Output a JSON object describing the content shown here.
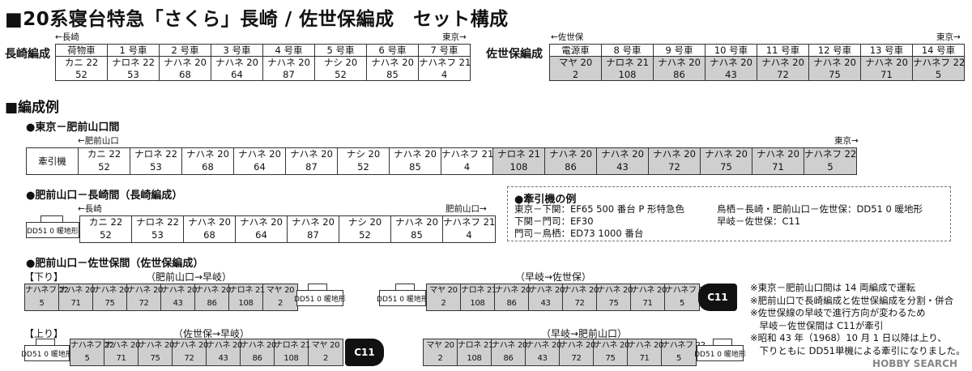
{
  "title": "■20系寝台特急「さくら」長崎 / 佐世保編成　セット構成",
  "nagasaki": {
    "label": "長崎編成",
    "left_dir": "←長崎",
    "right_dir": "東京→",
    "cars": [
      {
        "h": "荷物車",
        "n": "カニ 22",
        "no": "52"
      },
      {
        "h": "1 号車",
        "n": "ナロネ 22",
        "no": "53"
      },
      {
        "h": "2 号車",
        "n": "ナハネ 20",
        "no": "68"
      },
      {
        "h": "3 号車",
        "n": "ナハネ 20",
        "no": "64"
      },
      {
        "h": "4 号車",
        "n": "ナハネ 20",
        "no": "87"
      },
      {
        "h": "5 号車",
        "n": "ナシ 20",
        "no": "52"
      },
      {
        "h": "6 号車",
        "n": "ナハネ 20",
        "no": "85"
      },
      {
        "h": "7 号車",
        "n": "ナハネフ 21",
        "no": "4"
      }
    ]
  },
  "sasebo": {
    "label": "佐世保編成",
    "left_dir": "←佐世保",
    "right_dir": "東京→",
    "cars": [
      {
        "h": "電源車",
        "n": "マヤ 20",
        "no": "2"
      },
      {
        "h": "8 号車",
        "n": "ナロネ 21",
        "no": "108"
      },
      {
        "h": "9 号車",
        "n": "ナハネ 20",
        "no": "86"
      },
      {
        "h": "10 号車",
        "n": "ナハネ 20",
        "no": "43"
      },
      {
        "h": "11 号車",
        "n": "ナハネ 20",
        "no": "72"
      },
      {
        "h": "12 号車",
        "n": "ナハネ 20",
        "no": "75"
      },
      {
        "h": "13 号車",
        "n": "ナハネ 20",
        "no": "71"
      },
      {
        "h": "14 号車",
        "n": "ナハネフ 22",
        "no": "5"
      }
    ]
  },
  "section2": "■編成例",
  "ex1": {
    "title": "●東京－肥前山口間",
    "left_dir": "←肥前山口",
    "right_dir": "東京→",
    "loco": "牽引機",
    "white": [
      {
        "n": "カニ 22",
        "no": "52"
      },
      {
        "n": "ナロネ 22",
        "no": "53"
      },
      {
        "n": "ナハネ 20",
        "no": "68"
      },
      {
        "n": "ナハネ 20",
        "no": "64"
      },
      {
        "n": "ナハネ 20",
        "no": "87"
      },
      {
        "n": "ナシ 20",
        "no": "52"
      },
      {
        "n": "ナハネ 20",
        "no": "85"
      },
      {
        "n": "ナハネフ 21",
        "no": "4"
      }
    ],
    "gray": [
      {
        "n": "ナロネ 21",
        "no": "108"
      },
      {
        "n": "ナハネ 20",
        "no": "86"
      },
      {
        "n": "ナハネ 20",
        "no": "43"
      },
      {
        "n": "ナハネ 20",
        "no": "72"
      },
      {
        "n": "ナハネ 20",
        "no": "75"
      },
      {
        "n": "ナハネ 20",
        "no": "71"
      },
      {
        "n": "ナハネフ 22",
        "no": "5"
      }
    ]
  },
  "ex2": {
    "title": "●肥前山口－長崎間（長崎編成）",
    "left_dir": "←長崎",
    "right_dir": "肥前山口→",
    "loco": "DD51 0 暖地形"
  },
  "locos": {
    "title": "●牽引機の例",
    "l1": "東京－下関：EF65 500 番台 P 形特急色",
    "l2": "下関－門司：EF30",
    "l3": "門司－鳥栖：ED73 1000 番台",
    "r1": "鳥栖－長崎・肥前山口－佐世保：DD51 0 暖地形",
    "r2": "早岐－佐世保：C11"
  },
  "ex3": {
    "title": "●肥前山口－佐世保間（佐世保編成）",
    "down": "【下り】",
    "up": "【上り】",
    "down_left_route": "（肥前山口→早岐）",
    "down_right_route": "（早岐→佐世保）",
    "up_left_route": "（佐世保→早岐）",
    "up_right_route": "（早岐→肥前山口）",
    "dd51": "DD51 0 暖地形",
    "c11": "C11",
    "set_a": [
      {
        "n": "ナハネフ 22",
        "no": "5"
      },
      {
        "n": "ナハネ 20",
        "no": "71"
      },
      {
        "n": "ナハネ 20",
        "no": "75"
      },
      {
        "n": "ナハネ 20",
        "no": "72"
      },
      {
        "n": "ナハネ 20",
        "no": "43"
      },
      {
        "n": "ナハネ 20",
        "no": "86"
      },
      {
        "n": "ナロネ 21",
        "no": "108"
      },
      {
        "n": "マヤ 20",
        "no": "2"
      }
    ],
    "set_b": [
      {
        "n": "マヤ 20",
        "no": "2"
      },
      {
        "n": "ナロネ 21",
        "no": "108"
      },
      {
        "n": "ナハネ 20",
        "no": "86"
      },
      {
        "n": "ナハネ 20",
        "no": "43"
      },
      {
        "n": "ナハネ 20",
        "no": "72"
      },
      {
        "n": "ナハネ 20",
        "no": "75"
      },
      {
        "n": "ナハネ 20",
        "no": "71"
      },
      {
        "n": "ナハネフ 22",
        "no": "5"
      }
    ]
  },
  "notes": [
    "※東京－肥前山口間は 14 両編成で運転",
    "※肥前山口で長崎編成と佐世保編成を分割・併合",
    "※佐世保線の早岐で進行方向が変わるため",
    "　早岐－佐世保間は C11が牽引",
    "※昭和 43 年（1968）10 月 1 日以降は上り、",
    "　下りともに DD51単機による牽引になりました。"
  ],
  "watermark": "HOBBY SEARCH"
}
